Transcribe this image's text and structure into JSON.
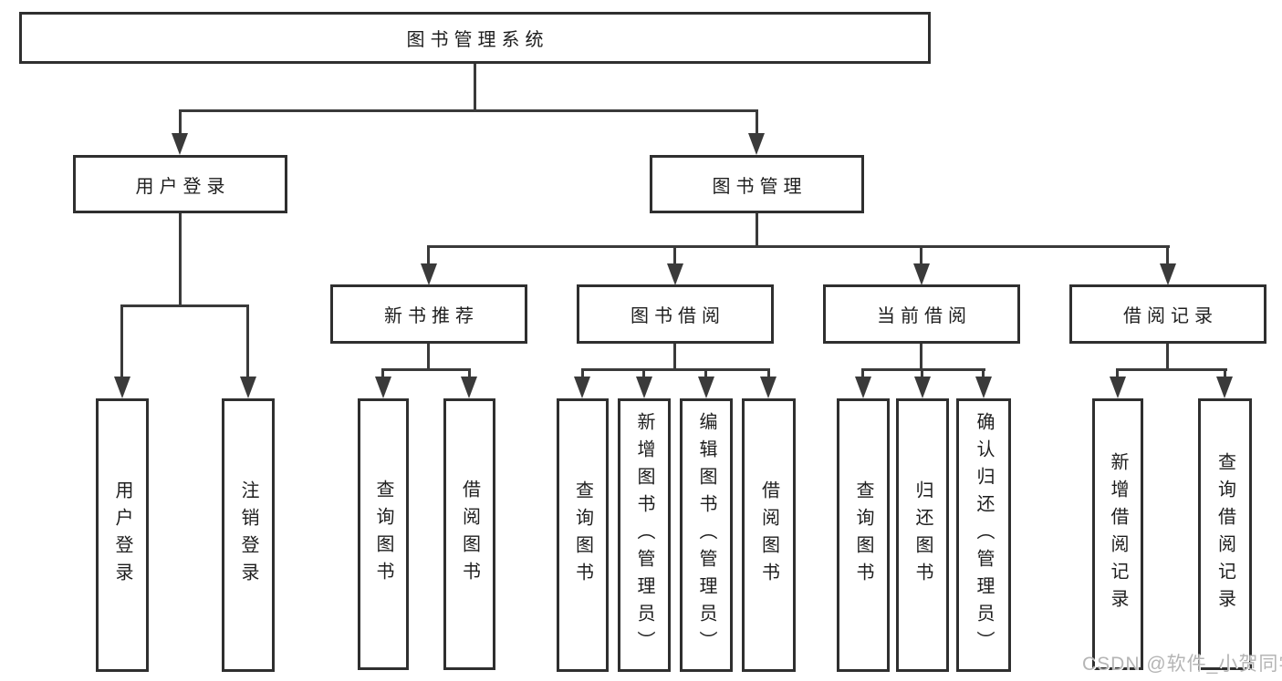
{
  "colors": {
    "box_border": "#2f2f2f",
    "connector_line": "#3a3a3a",
    "text": "#1e1e1e",
    "watermark_text": "#b5b5b5",
    "background": "#ffffff"
  },
  "nodes": {
    "root": "图书管理系统",
    "user_login": "用户登录",
    "book_mgmt": "图书管理",
    "new_book_rec": "新书推荐",
    "book_borrow": "图书借阅",
    "current_borrow": "当前借阅",
    "borrow_record": "借阅记录",
    "leaf_user_login": "用户登录",
    "leaf_logout": "注销登录",
    "leaf_rec_query_book": "查询图书",
    "leaf_rec_borrow_book": "借阅图书",
    "leaf_bor_query_book": "查询图书",
    "leaf_bor_add_book": "新增图书（管理员）",
    "leaf_bor_edit_book": "编辑图书（管理员）",
    "leaf_bor_borrow_book": "借阅图书",
    "leaf_cur_query_book": "查询图书",
    "leaf_cur_return_book": "归还图书",
    "leaf_cur_confirm_return": "确认归还（管理员）",
    "leaf_add_borrow_record": "新增借阅记录",
    "leaf_query_borrow_record": "查询借阅记录"
  },
  "watermark": "CSDN @软件_小贺同学"
}
